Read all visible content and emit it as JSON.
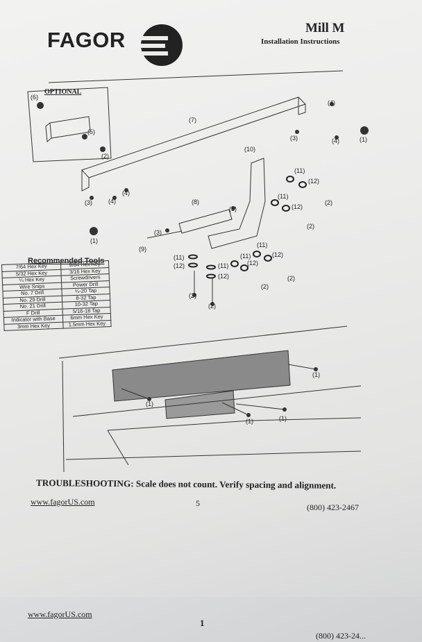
{
  "header": {
    "brand": "FAGOR",
    "product": "Mill M",
    "subtitle": "Installation Instructions"
  },
  "optional": {
    "label": "OPTIONAL"
  },
  "callouts": {
    "c1": "(1)",
    "c2": "(2)",
    "c3": "(3)",
    "c4": "(4)",
    "c5": "(5)",
    "c6": "(6)",
    "c7": "(7)",
    "c8": "(8)",
    "c9": "(9)",
    "c10": "(10)",
    "c11": "(11)",
    "c12": "(12)"
  },
  "tools": {
    "title": "Recommended Tools",
    "rows": [
      [
        "7/64 Hex Key",
        "9/64 Hex Key"
      ],
      [
        "5/32 Hex Key",
        "3/16 Hex Key"
      ],
      [
        "¼ Hex Key",
        "Screwdrivers"
      ],
      [
        "Wire Snips",
        "Power Drill"
      ],
      [
        "No. 7 Drill",
        "¼-20 Tap"
      ],
      [
        "No. 29 Drill",
        "8-32 Tap"
      ],
      [
        "No. 21 Drill",
        "10-32 Tap"
      ],
      [
        "F Drill",
        "5/16-18 Tap"
      ],
      [
        "Indicator with Base",
        "6mm Hex Key"
      ],
      [
        "3mm Hex Key",
        "1.5mm Hex Key"
      ]
    ]
  },
  "troubleshooting": "TROUBLESHOOTING: Scale does not count. Verify spacing and alignment.",
  "footer": {
    "website": "www.fagorUS.com",
    "page": "5",
    "phone": "(800) 423-2467"
  },
  "next_page": {
    "website": "www.fagorUS.com",
    "page": "1",
    "phone": "(800) 423-24..."
  },
  "colors": {
    "ink": "#222222",
    "paper": "#ececeb",
    "scale_gray": "#8a8a8a"
  }
}
